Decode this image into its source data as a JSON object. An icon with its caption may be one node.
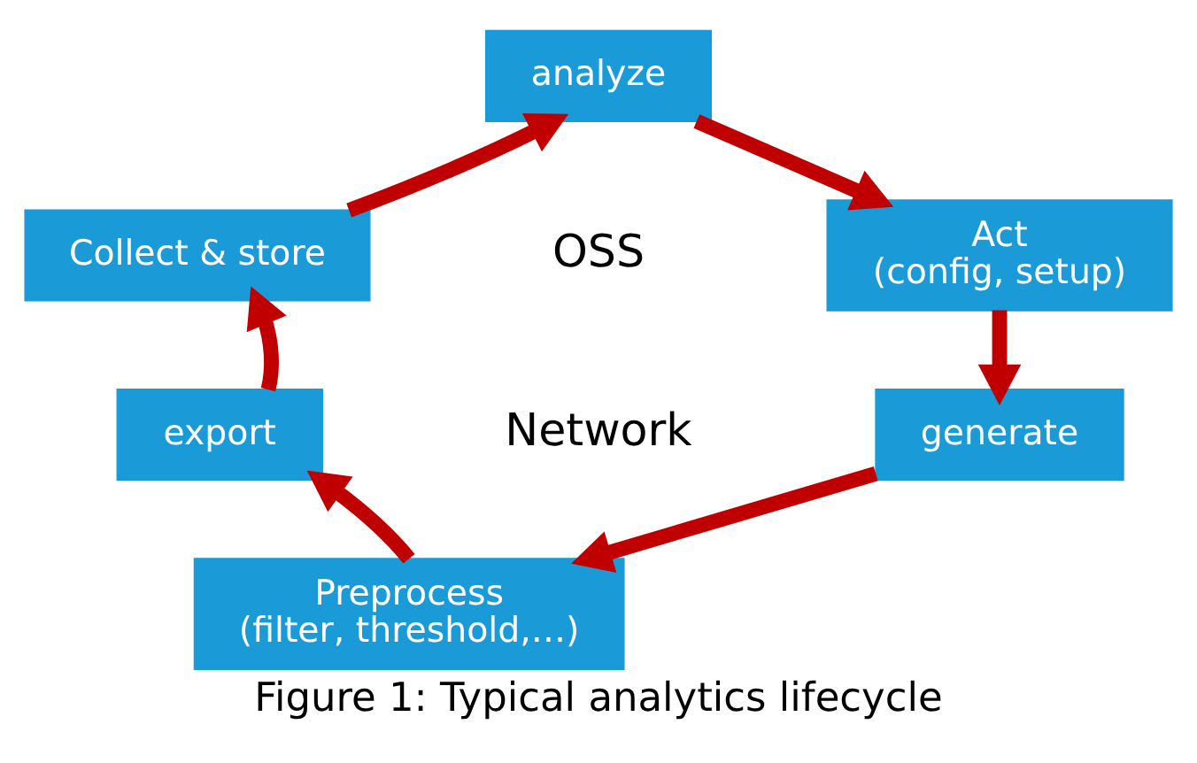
{
  "diagram": {
    "caption": "Figure 1: Typical analytics lifecycle",
    "nodes": [
      {
        "text": [
          "analyze"
        ]
      },
      {
        "text": [
          "Act",
          "(config, setup)"
        ]
      },
      {
        "text": [
          "generate"
        ]
      },
      {
        "text": [
          "Preprocess",
          "(filter, threshold,…)"
        ]
      },
      {
        "text": [
          "export"
        ]
      },
      {
        "text": [
          "Collect & store"
        ]
      }
    ],
    "edges": [
      {
        "from": 5,
        "to": 0,
        "arrow": "to"
      },
      {
        "from": 0,
        "to": 1,
        "arrow": "to"
      },
      {
        "from": 1,
        "to": 2,
        "arrow": "to"
      },
      {
        "from": 2,
        "to": 3,
        "arrow": "to"
      },
      {
        "from": 3,
        "to": 4,
        "arrow": "to"
      },
      {
        "from": 4,
        "to": 5,
        "arrow": "to"
      }
    ],
    "labels": [
      "OSS",
      "Network"
    ]
  }
}
